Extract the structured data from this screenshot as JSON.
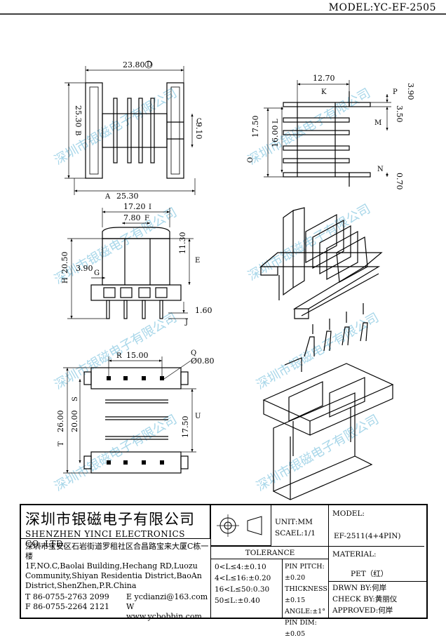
{
  "header": {
    "model": "MODEL:YC-EF-2505"
  },
  "watermark": {
    "text": "深圳市银磁电子有限公司"
  },
  "dimensions": {
    "A": "25.30",
    "B": "25.30",
    "C": "9.10",
    "D": "23.80",
    "E": "11.30",
    "F": "7.80",
    "G": "3.90",
    "H": "20.50",
    "I": "17.20",
    "J": "1.60",
    "K": "12.70",
    "L": "16.00",
    "M": "3.50",
    "N": "0.70",
    "O": "17.50",
    "P": "3.90",
    "Q": "Ø0.80",
    "R": "15.00",
    "S": "20.00",
    "T": "26.00",
    "U": "17.50"
  },
  "circle_letters": [
    "A",
    "B",
    "C",
    "D",
    "E",
    "F",
    "G",
    "H",
    "I",
    "J",
    "K",
    "L",
    "M",
    "N",
    "O",
    "P",
    "Q",
    "R",
    "S",
    "T",
    "U"
  ],
  "company": {
    "cn_name": "深圳市银磁电子有限公司",
    "en_name": "SHENZHEN YINCI ELECTRONICS CO.,LTD.",
    "address_cn": "深圳市宝安区石岩街道罗租社区合昌路宝来大厦C栋一楼",
    "address_en_1": "1F,NO.C,Baolai Building,Hechang RD,Luozu",
    "address_en_2": "Community,Shiyan Residentia District,BaoAn",
    "address_en_3": "District,ShenZhen,P.R.China",
    "tel": "T 86-0755-2763 2099",
    "fax": "F 86-0755-2264 2121",
    "email": "E ycdianzi@163.com",
    "web": "W www.ycbobbin.com"
  },
  "titleblock": {
    "unit": "UNIT:MM",
    "scale": "SCAEL:1/1",
    "model_label": "MODEL:",
    "model_value": "EF-2511(4+4PIN)",
    "tolerance_label": "TOLERANCE",
    "tol_rows_left": [
      "0<L≤4:±0.10",
      "4<L≤16:±0.20",
      "16<L≤50:0.30",
      "50≤L:±0.40"
    ],
    "tol_rows_right": [
      "PIN PITCH:±0.20",
      "THICKNESS:±0.15",
      "ANGLE:±1°",
      "PIN DIM:±0.05"
    ],
    "material_label": "MATERIAL:",
    "material_value": "PET（红）",
    "drawn_by": "DRWN BY:何岸",
    "check_by": "CHECK BY:黄丽仪",
    "approved": "APPROVED:何岸"
  }
}
